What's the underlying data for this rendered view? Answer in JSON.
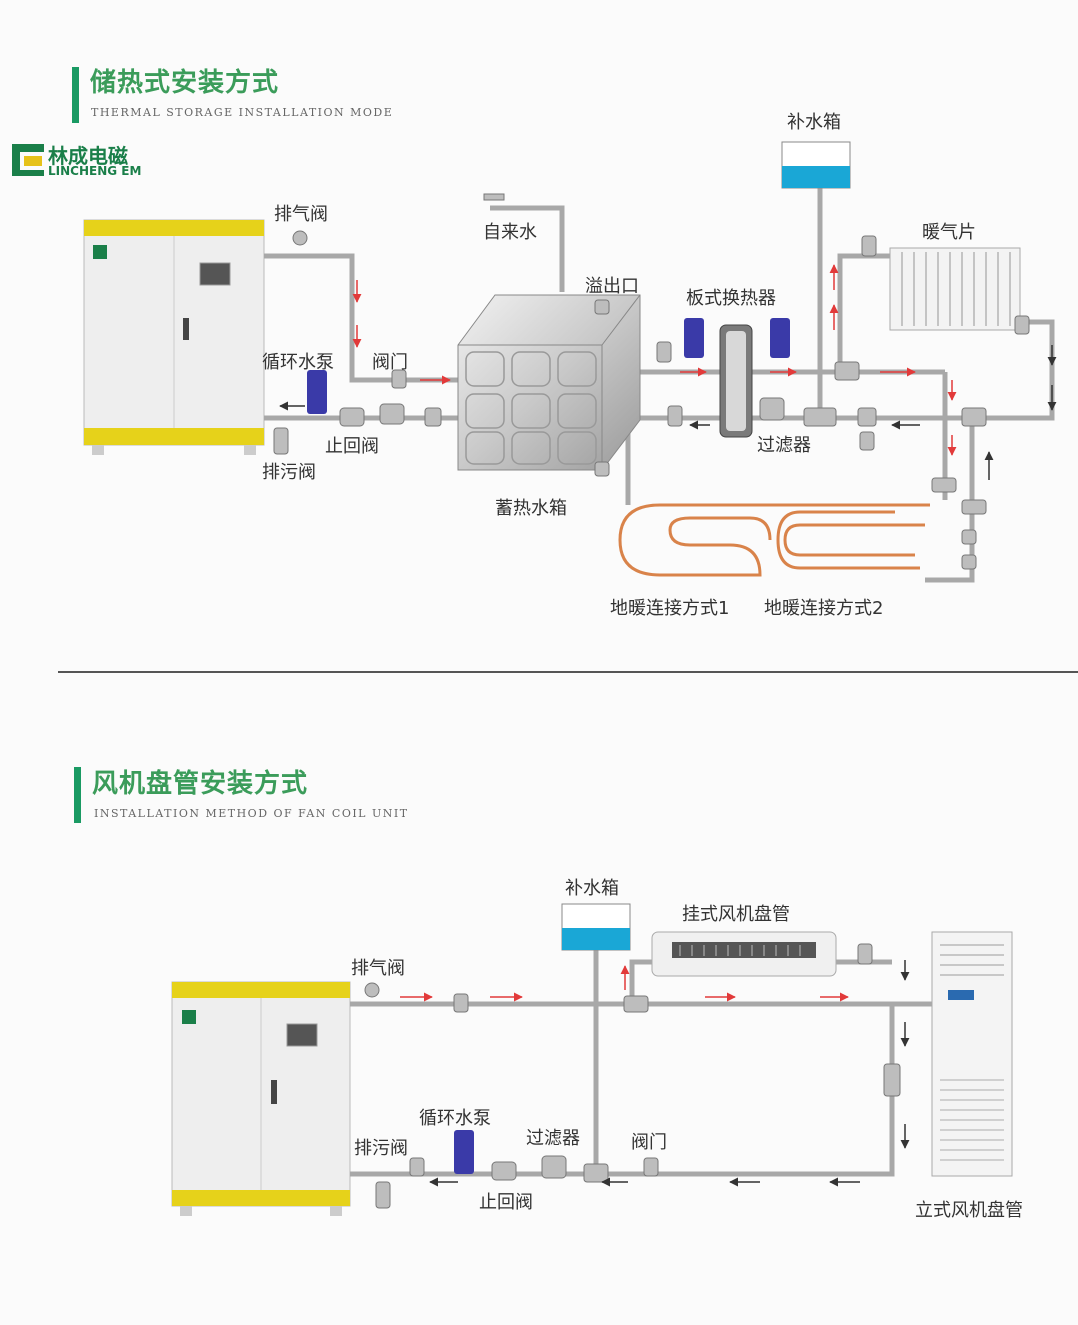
{
  "brand": {
    "name_cn": "林成电磁",
    "name_en": "LINCHENG EM"
  },
  "section1": {
    "title": "储热式安装方式",
    "subtitle": "THERMAL STORAGE INSTALLATION MODE",
    "labels": {
      "exhaust_valve": "排气阀",
      "tap_water": "自来水",
      "makeup_tank": "补水箱",
      "radiator": "暖气片",
      "overflow": "溢出口",
      "plate_exchanger": "板式换热器",
      "circ_pump": "循环水泵",
      "valve": "阀门",
      "check_valve": "止回阀",
      "drain_valve": "排污阀",
      "storage_tank": "蓄热水箱",
      "filter": "过滤器",
      "floor_heat_1": "地暖连接方式1",
      "floor_heat_2": "地暖连接方式2"
    }
  },
  "section2": {
    "title": "风机盘管安装方式",
    "subtitle": "INSTALLATION METHOD OF FAN COIL UNIT",
    "labels": {
      "makeup_tank": "补水箱",
      "wall_fan_coil": "挂式风机盘管",
      "exhaust_valve": "排气阀",
      "circ_pump": "循环水泵",
      "filter": "过滤器",
      "valve": "阀门",
      "drain_valve": "排污阀",
      "check_valve": "止回阀",
      "floor_fan_coil": "立式风机盘管"
    }
  },
  "colors": {
    "accent_green": "#1a9a63",
    "title_green": "#3b9c5a",
    "boiler_yellow": "#e6d21a",
    "pipe": "#a8a8a8",
    "water_blue": "#1aa7d6",
    "pump_blue": "#3a3aa8",
    "flow_arrow": "#e23a3a",
    "floor_pipe": "#d9834a"
  }
}
